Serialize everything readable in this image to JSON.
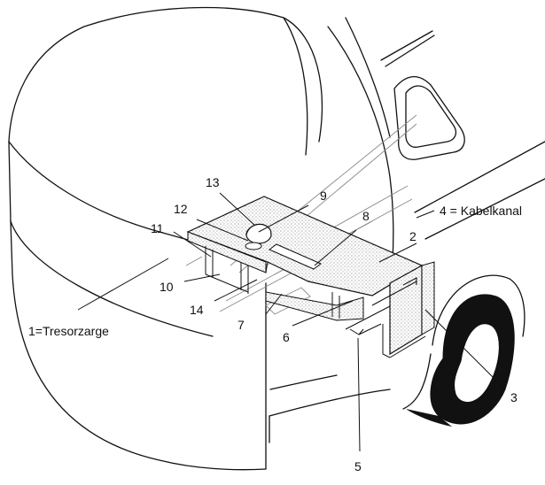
{
  "callouts": {
    "c1": "1=Tresorzarge",
    "c2": "2",
    "c3": "3",
    "c4": "4 = Kabelkanal",
    "c5": "5",
    "c6": "6",
    "c7": "7",
    "c8": "8",
    "c9": "9",
    "c10": "10",
    "c11": "11",
    "c12": "12",
    "c13": "13",
    "c14": "14"
  }
}
